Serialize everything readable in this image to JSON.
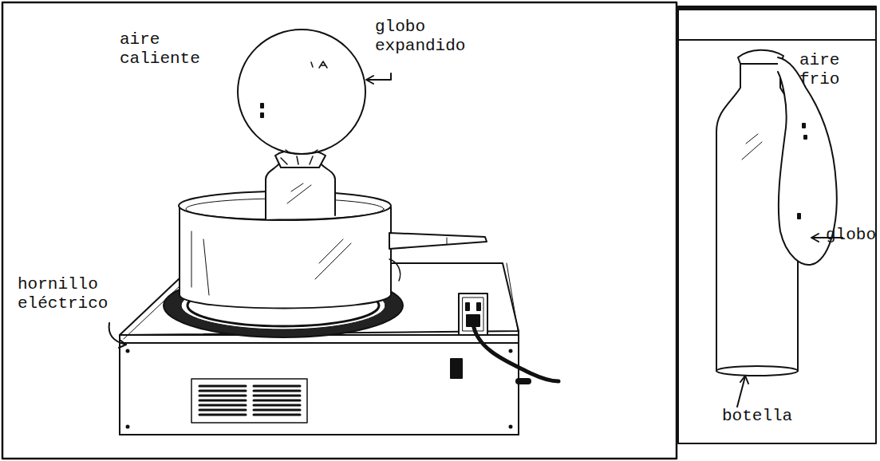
{
  "diagram": {
    "labels": [
      "aire caliente",
      "globo expandido",
      "hornillo eléctrico",
      "aire frio",
      "globo",
      "botella"
    ]
  }
}
